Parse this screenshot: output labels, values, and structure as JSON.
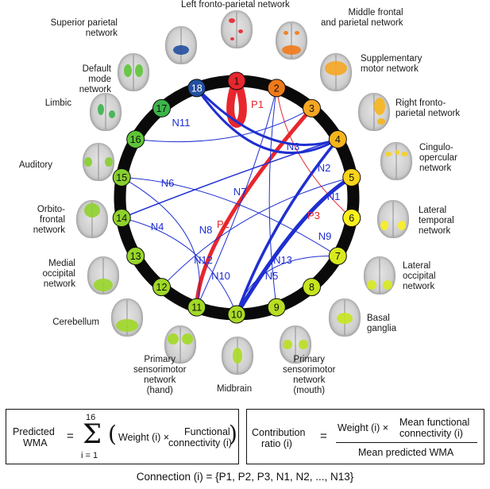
{
  "diagram": {
    "networks": [
      {
        "id": "1",
        "name": "Left fronto-parietal network",
        "color": "#e8262d",
        "text": "#111111"
      },
      {
        "id": "2",
        "name": "Middle frontal and parietal network",
        "color": "#f07a1a",
        "text": "#111111"
      },
      {
        "id": "3",
        "name": "Supplementary motor network",
        "color": "#f5a622",
        "text": "#111111"
      },
      {
        "id": "4",
        "name": "Right fronto-parietal network",
        "color": "#f6b51c",
        "text": "#111111"
      },
      {
        "id": "5",
        "name": "Cingulo-opercular network",
        "color": "#f8d21b",
        "text": "#111111"
      },
      {
        "id": "6",
        "name": "Lateral temporal network",
        "color": "#f9ef1f",
        "text": "#111111"
      },
      {
        "id": "7",
        "name": "Lateral occipital network",
        "color": "#d8ea1e",
        "text": "#111111"
      },
      {
        "id": "8",
        "name": "Basal ganglia",
        "color": "#c7e41f",
        "text": "#111111"
      },
      {
        "id": "9",
        "name": "Primary sensorimotor network (mouth)",
        "color": "#b9df21",
        "text": "#111111"
      },
      {
        "id": "10",
        "name": "Midbrain",
        "color": "#aadc24",
        "text": "#111111"
      },
      {
        "id": "11",
        "name": "Primary sensorimotor network (hand)",
        "color": "#a2d925",
        "text": "#111111"
      },
      {
        "id": "12",
        "name": "Cerebellum",
        "color": "#9fd827",
        "text": "#111111"
      },
      {
        "id": "13",
        "name": "Medial occipital network",
        "color": "#98d62a",
        "text": "#111111"
      },
      {
        "id": "14",
        "name": "Orbito-frontal network",
        "color": "#8fd22c",
        "text": "#111111"
      },
      {
        "id": "15",
        "name": "Auditory",
        "color": "#86ce2e",
        "text": "#111111"
      },
      {
        "id": "16",
        "name": "Limbic",
        "color": "#5ec437",
        "text": "#111111"
      },
      {
        "id": "17",
        "name": "Default mode network",
        "color": "#3bb44a",
        "text": "#111111"
      },
      {
        "id": "18",
        "name": "Superior parietal network",
        "color": "#234f9f",
        "text": "#ffffff"
      }
    ],
    "label_lines": {
      "1": [
        "Left fronto-parietal network"
      ],
      "2": [
        "Middle frontal",
        "and parietal network"
      ],
      "3": [
        "Supplementary",
        "motor network"
      ],
      "4": [
        "Right fronto-",
        "parietal network"
      ],
      "5": [
        "Cingulo-",
        "opercular",
        "network"
      ],
      "6": [
        "Lateral",
        "temporal",
        "network"
      ],
      "7": [
        "Lateral",
        "occipital",
        "network"
      ],
      "8": [
        "Basal",
        "ganglia"
      ],
      "9": [
        "Primary",
        "sensorimotor",
        "network",
        "(mouth)"
      ],
      "10": [
        "Midbrain"
      ],
      "11": [
        "Primary",
        "sensorimotor",
        "network",
        "(hand)"
      ],
      "12": [
        "Cerebellum"
      ],
      "13": [
        "Medial",
        "occipital",
        "network"
      ],
      "14": [
        "Orbito-",
        "frontal",
        "network"
      ],
      "15": [
        "Auditory"
      ],
      "16": [
        "Default",
        "mode",
        "network"
      ],
      "17": [
        "Limbic"
      ],
      "18": [
        "Superior parietal",
        "network"
      ]
    },
    "connections": [
      {
        "label": "P1",
        "from": "1",
        "to": "1",
        "sign": "positive",
        "color": "#e8262d"
      },
      {
        "label": "P2",
        "from": "3",
        "to": "11",
        "sign": "positive",
        "color": "#e8262d"
      },
      {
        "label": "P3",
        "from": "2",
        "to": "6",
        "sign": "positive",
        "color": "#e8262d"
      },
      {
        "label": "N1",
        "from": "5",
        "to": "10",
        "sign": "negative",
        "color": "#1f2fd0"
      },
      {
        "label": "N2",
        "from": "4",
        "to": "10",
        "sign": "negative",
        "color": "#1f2fd0"
      },
      {
        "label": "N3",
        "from": "4",
        "to": "18",
        "sign": "negative",
        "color": "#1f2fd0"
      },
      {
        "label": "N4",
        "from": "14",
        "to": "4",
        "sign": "negative",
        "color": "#1f2fd0"
      },
      {
        "label": "N5",
        "from": "2",
        "to": "9",
        "sign": "negative",
        "color": "#1f2fd0"
      },
      {
        "label": "N6",
        "from": "15",
        "to": "7",
        "sign": "negative",
        "color": "#1f2fd0"
      },
      {
        "label": "N7",
        "from": "3",
        "to": "16",
        "sign": "negative",
        "color": "#1f2fd0"
      },
      {
        "label": "N8",
        "from": "15",
        "to": "11",
        "sign": "negative",
        "color": "#1f2fd0"
      },
      {
        "label": "N9",
        "from": "12",
        "to": "5",
        "sign": "negative",
        "color": "#1f2fd0"
      },
      {
        "label": "N10",
        "from": "2",
        "to": "11",
        "sign": "negative",
        "color": "#1f2fd0"
      },
      {
        "label": "N11",
        "from": "18",
        "to": "4",
        "sign": "negative",
        "color": "#1f2fd0"
      },
      {
        "label": "N12",
        "from": "14",
        "to": "10",
        "sign": "negative",
        "color": "#1f2fd0"
      },
      {
        "label": "N13",
        "from": "7",
        "to": "10",
        "sign": "negative",
        "color": "#1f2fd0"
      }
    ]
  },
  "formulas": {
    "predicted_lhs_line1": "Predicted",
    "predicted_lhs_line2": "WMA",
    "equals": "=",
    "sum_upper": "16",
    "sum_lower": "i = 1",
    "weight_term": "Weight (i) ×",
    "fc_line1": "Functional",
    "fc_line2": "connectivity (i)",
    "ratio_lhs_line1": "Contribution",
    "ratio_lhs_line2": "ratio (i)",
    "ratio_num_weight": "Weight (i) ×",
    "ratio_num_line1": "Mean functional",
    "ratio_num_line2": "connectivity (i)",
    "ratio_den": "Mean predicted WMA",
    "connection_def": "Connection (i) = {P1, P2, P3, N1, N2, ..., N13}"
  }
}
